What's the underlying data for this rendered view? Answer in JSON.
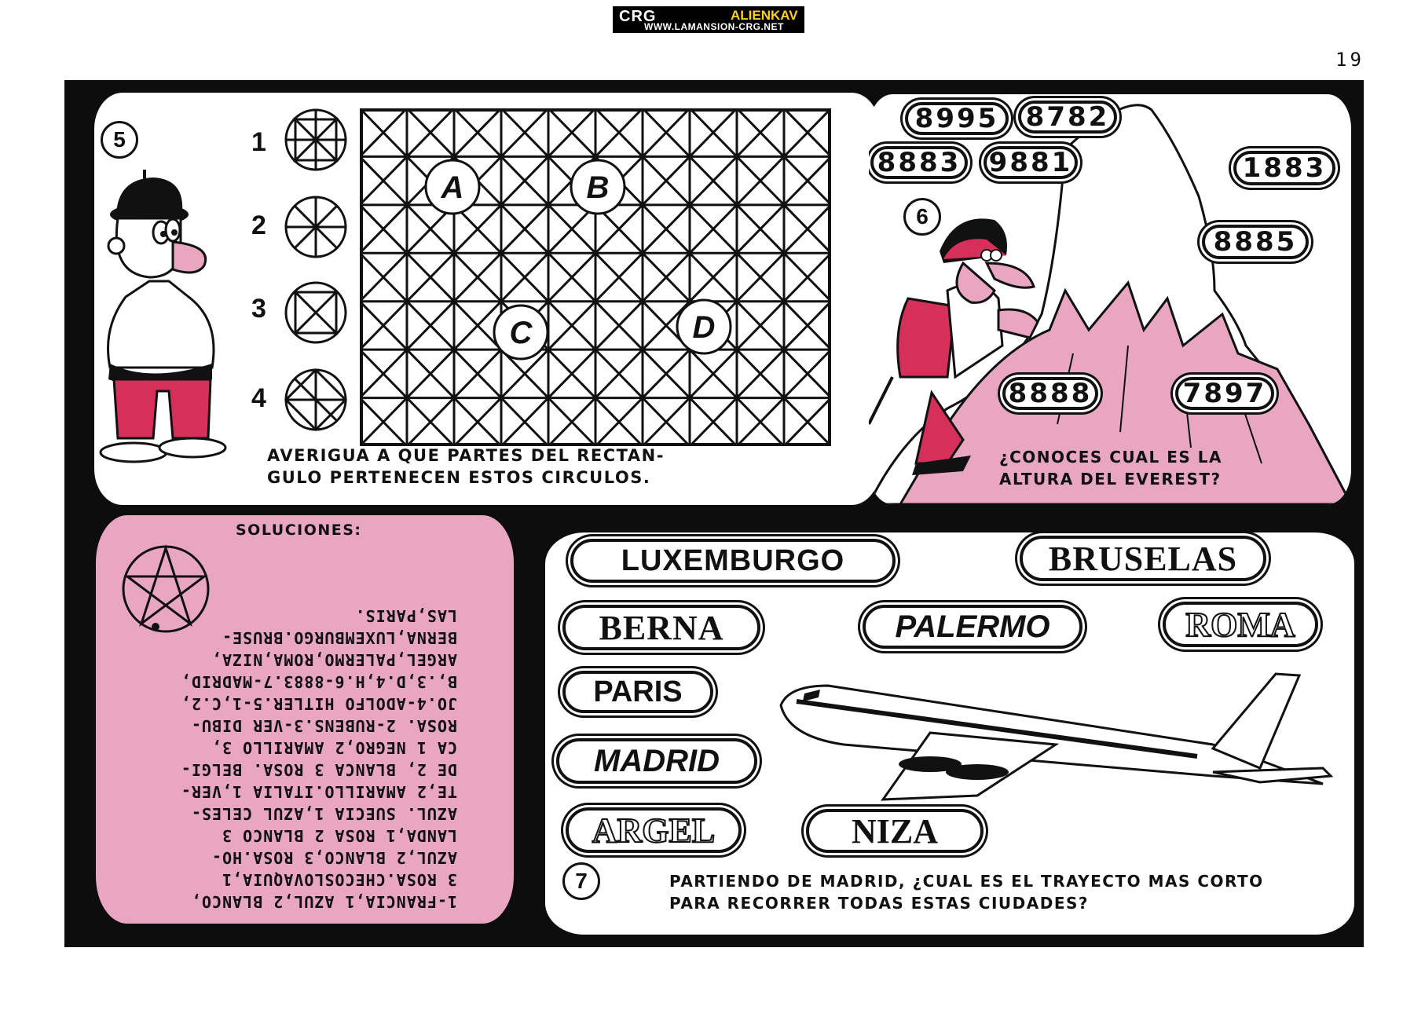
{
  "header": {
    "logo_text": "CRG",
    "partner_text": "ALIENKAV",
    "url": "WWW.LAMANSION-CRG.NET",
    "page_number": "19"
  },
  "puzzle5": {
    "number": "5",
    "rows": [
      "1",
      "2",
      "3",
      "4"
    ],
    "grid_labels": [
      "A",
      "B",
      "C",
      "D"
    ],
    "caption_line1": "AVERIGUA A QUE PARTES DEL RECTAN-",
    "caption_line2": "GULO PERTENECEN ESTOS CIRCULOS."
  },
  "puzzle6": {
    "number": "6",
    "options": [
      "8995",
      "8782",
      "8883",
      "9881",
      "1883",
      "8885",
      "8888",
      "7897"
    ],
    "caption_line1": "¿CONOCES CUAL ES LA",
    "caption_line2": "ALTURA DEL EVEREST?"
  },
  "solutions": {
    "title": "SOLUCIONES:",
    "text": "1-FRANCIA,1 AZUL,2 BLANCO,\n3 ROSA.CHECOSLOVAQUIA,1\nAZUL,2 BLANCO,3 ROSA.HO-\nLANDA,1 ROSA 2 BLANCO 3\nAZUL. SUECIA 1,AZUL CELES-\nTE,2 AMARILLO.ITALIA 1,VER-\nDE 2, BLANCA 3 ROSA. BELGI-\nCA 1 NEGRO,2 AMARILLO 3,\nROSA. 2-RUBENS.3-VER DIBU-\nJO.4-ADOLFO HITLER.5-1,C.2,\nB,.3,D.4,H.6-8883.7-MADRID,\nARGEL,PALERMO,ROMA,NIZA,\nBERNA,LUXEMBURGO.BRUSE-\nLAS,PARIS."
  },
  "puzzle7": {
    "number": "7",
    "cities": [
      "LUXEMBURGO",
      "BRUSELAS",
      "BERNA",
      "PALERMO",
      "ROMA",
      "PARIS",
      "MADRID",
      "ARGEL",
      "NIZA"
    ],
    "caption_line1": "PARTIENDO DE MADRID, ¿CUAL ES EL TRAYECTO MAS CORTO",
    "caption_line2": "PARA RECORRER TODAS ESTAS CIUDADES?"
  },
  "colors": {
    "pink": "#e8a6c0",
    "red": "#d4305a",
    "frame": "#0d0d0d",
    "banner_yellow": "#ffd21f"
  }
}
